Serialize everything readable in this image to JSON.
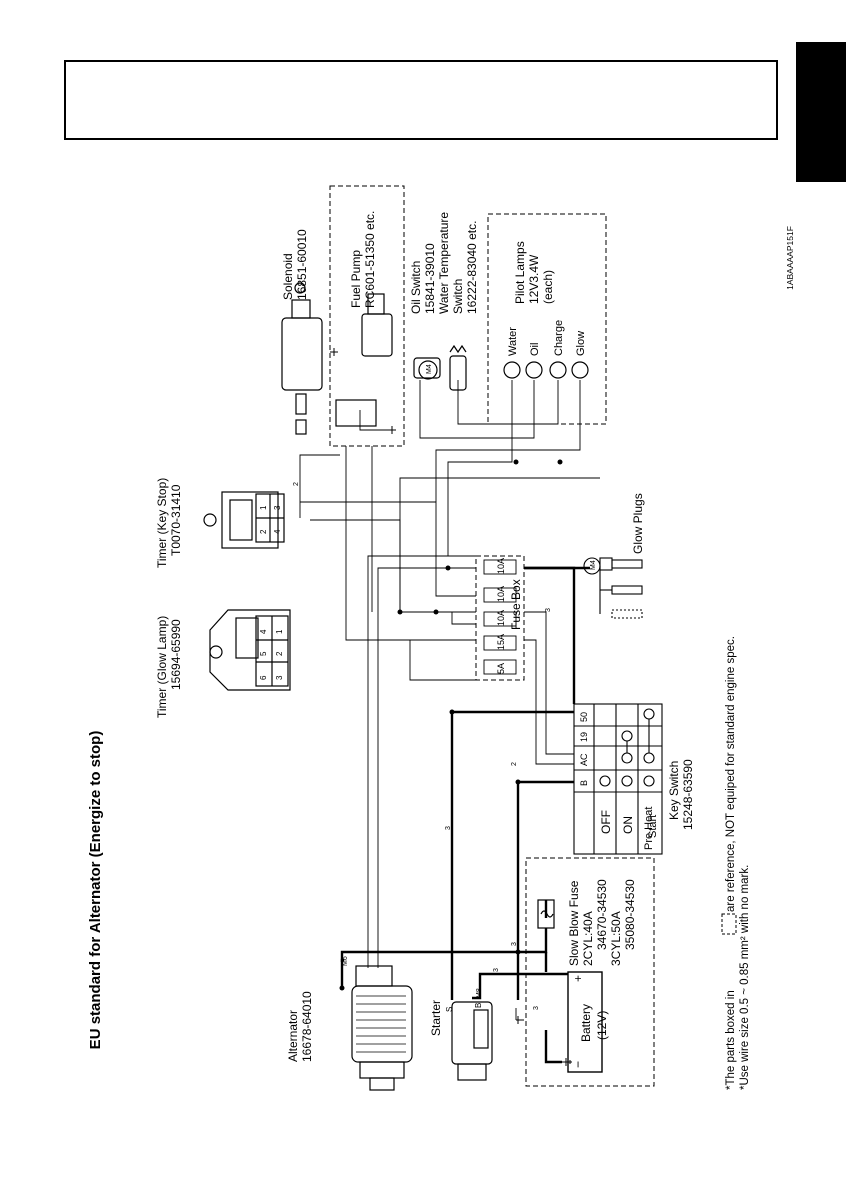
{
  "page": {
    "figure_code": "1ABAAAAP151F"
  },
  "diagram": {
    "title": "EU standard for Alternator (Energize to stop)",
    "components": {
      "alternator": {
        "name": "Alternator",
        "part": "16678-64010"
      },
      "starter": {
        "name": "Starter"
      },
      "battery": {
        "name": "Battery",
        "voltage": "(12V)"
      },
      "slow_blow_fuse": {
        "name": "Slow Blow Fuse",
        "line1": "2CYL:40A",
        "line2": "34670-34530",
        "line3": "3CYL:50A",
        "line4": "35080-34530"
      },
      "timer_glow": {
        "name": "Timer (Glow Lamp)",
        "part": "15694-65990"
      },
      "timer_keystop": {
        "name": "Timer (Key Stop)",
        "part": "T0070-31410"
      },
      "fuse_box": {
        "name": "Fuse Box",
        "ratings": [
          "5A",
          "15A",
          "10A",
          "10A",
          "10A"
        ]
      },
      "glow_plugs": {
        "name": "Glow Plugs"
      },
      "solenoid": {
        "name": "Solenoid",
        "part": "16851-60010"
      },
      "fuel_pump": {
        "name": "Fuel Pump",
        "part": "RC601-51350 etc."
      },
      "oil_switch": {
        "name": "Oil Switch",
        "part": "15841-39010"
      },
      "water_temp_switch": {
        "line1": "Water Temperature",
        "line2": "Switch",
        "part": "16222-83040 etc."
      },
      "pilot_lamps": {
        "name": "Pilot Lamps",
        "spec": "12V3.4W",
        "note": "(each)",
        "lamps": [
          "Water",
          "Oil",
          "Charge",
          "Glow"
        ]
      },
      "key_switch": {
        "name": "Key Switch",
        "part": "15248-63590",
        "terminals": [
          "B",
          "AC",
          "19",
          "50"
        ],
        "positions": [
          "OFF",
          "ON",
          "Pre Heat",
          "Start"
        ]
      }
    },
    "wire_sizes": [
      "2",
      "3",
      "3",
      "3",
      "3",
      "2",
      "3"
    ],
    "terminal_marks": {
      "alternator": "M6",
      "starter_b": "M8",
      "glow": "M4",
      "oil": "M4",
      "starter_s": "S",
      "starter_bt": "B",
      "plus": "+",
      "minus": "−",
      "timer_glow_pins": [
        "6",
        "5",
        "4",
        "3",
        "2",
        "1"
      ],
      "timer_key_pins": [
        "2",
        "1",
        "4",
        "3"
      ]
    },
    "notes": {
      "note1_before": "*The parts boxed in",
      "note1_after": "are reference, NOT equiped for standard engine spec.",
      "note2": "*Use wire size 0.5 ~ 0.85 mm² with no mark."
    }
  }
}
